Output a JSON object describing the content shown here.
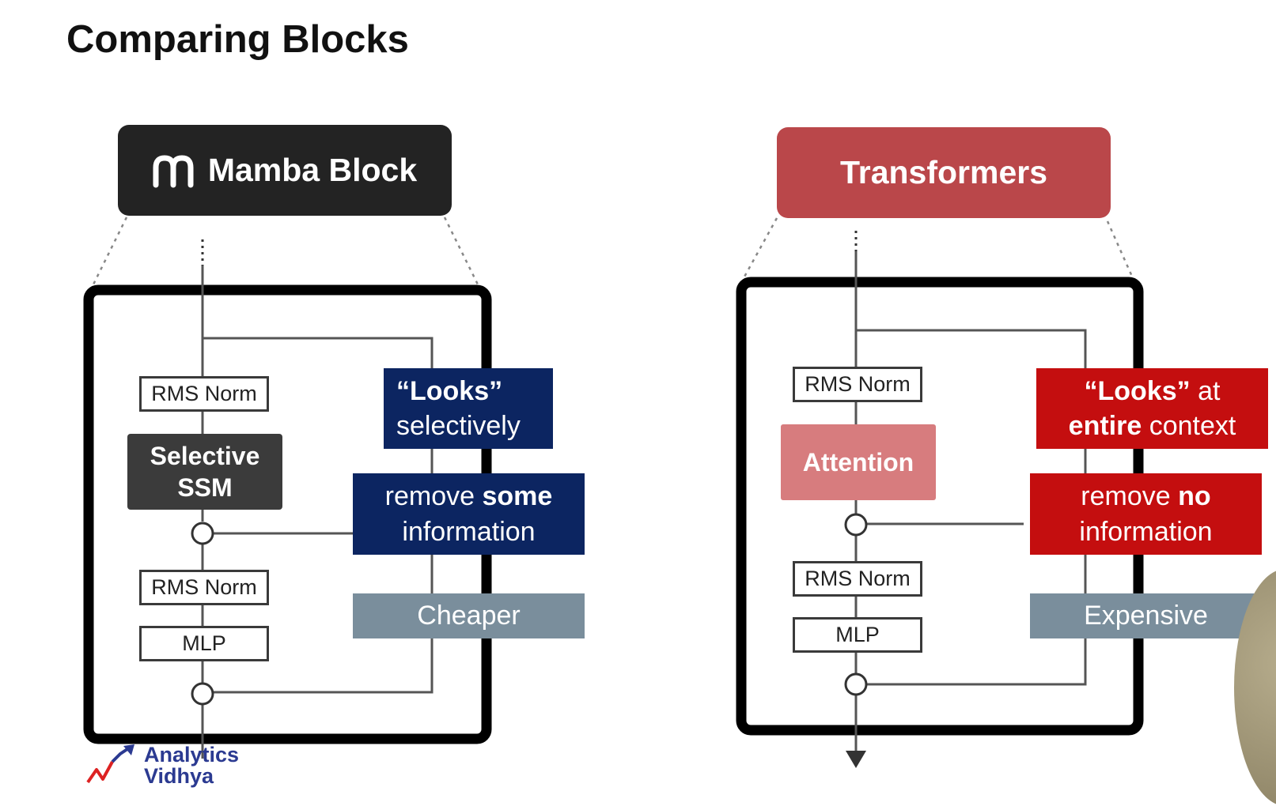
{
  "title": "Comparing Blocks",
  "mamba": {
    "header": "Mamba Block",
    "rms_norm_top": "RMS Norm",
    "ssm_line1": "Selective",
    "ssm_line2": "SSM",
    "rms_norm_bottom": "RMS Norm",
    "mlp": "MLP",
    "looks_quote": "“Looks”",
    "looks_rest": "selectively",
    "remove_prefix": "remove ",
    "remove_bold": "some",
    "remove_suffix": "information",
    "cost": "Cheaper"
  },
  "transformer": {
    "header": "Transformers",
    "rms_norm_top": "RMS Norm",
    "attention": "Attention",
    "rms_norm_bottom": "RMS Norm",
    "mlp": "MLP",
    "looks_quote": "“Looks”",
    "looks_at": " at",
    "looks_bold": "entire",
    "looks_rest": " context",
    "remove_prefix": "remove ",
    "remove_bold": "no",
    "remove_suffix": "information",
    "cost": "Expensive"
  },
  "brand": {
    "line1": "Analytics",
    "line2": "Vidhya"
  },
  "colors": {
    "mamba_header": "#232323",
    "transformer_header": "#ba474a",
    "navy_callout": "#0c2561",
    "red_callout": "#c40e0f",
    "cost_box": "#7a8e9c",
    "attention": "#d77c7e",
    "ssm": "#3b3b3b"
  }
}
